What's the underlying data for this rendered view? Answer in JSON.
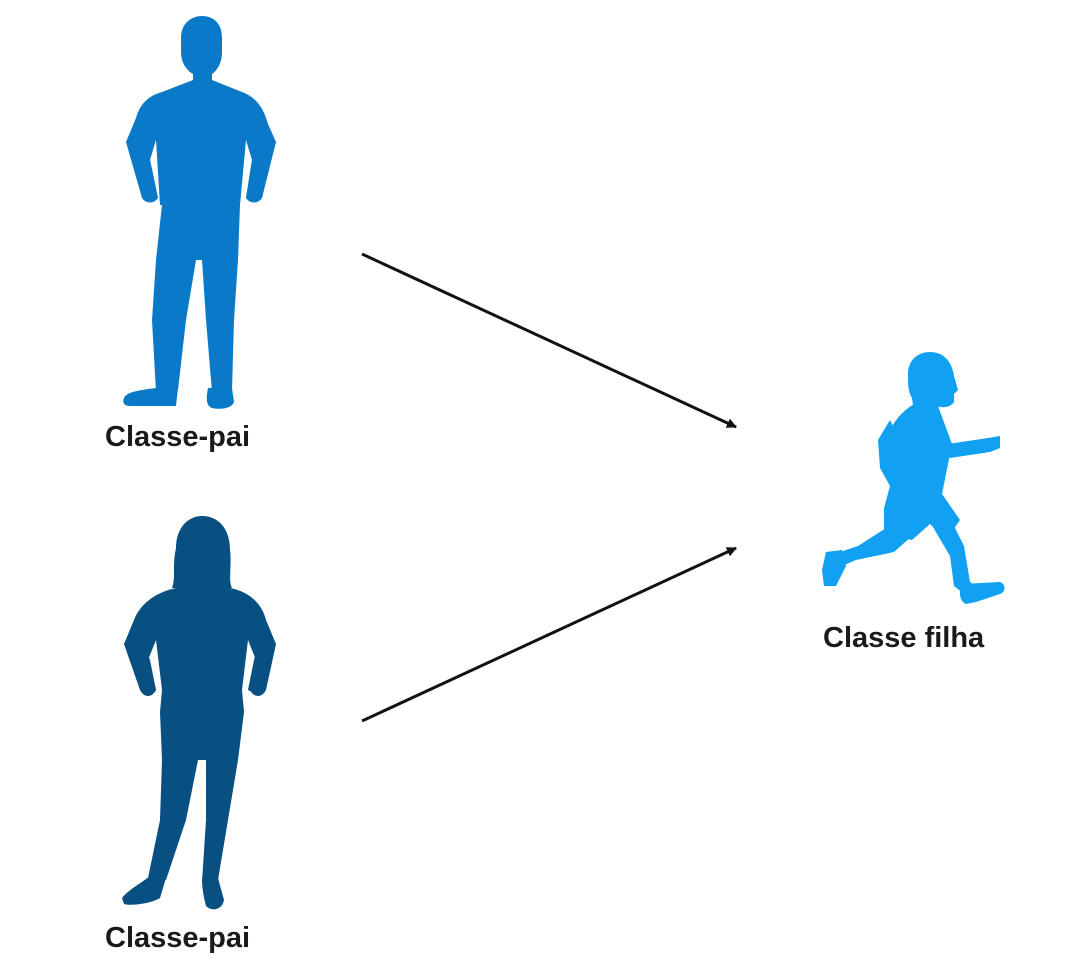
{
  "diagram": {
    "parents": [
      {
        "label": "Classe-pai",
        "figure": "man-silhouette-icon",
        "color": "#0a7ac8"
      },
      {
        "label": "Classe-pai",
        "figure": "woman-silhouette-icon",
        "color": "#084f82"
      }
    ],
    "child": {
      "label": "Classe filha",
      "figure": "running-boy-silhouette-icon",
      "color": "#12a0f2"
    },
    "arrow_color": "#111111"
  }
}
